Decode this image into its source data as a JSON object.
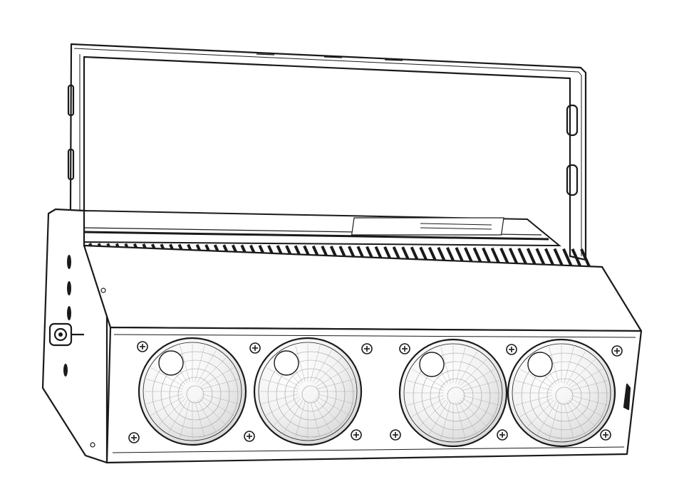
{
  "scene": {
    "subject": "led-bar-light-fixture",
    "style": "pencil-sketch-line-art",
    "background_color": "#ffffff",
    "line_color": "#1a1a1a",
    "lens_count": 4,
    "screw_count": 12,
    "fin_count": 56
  }
}
